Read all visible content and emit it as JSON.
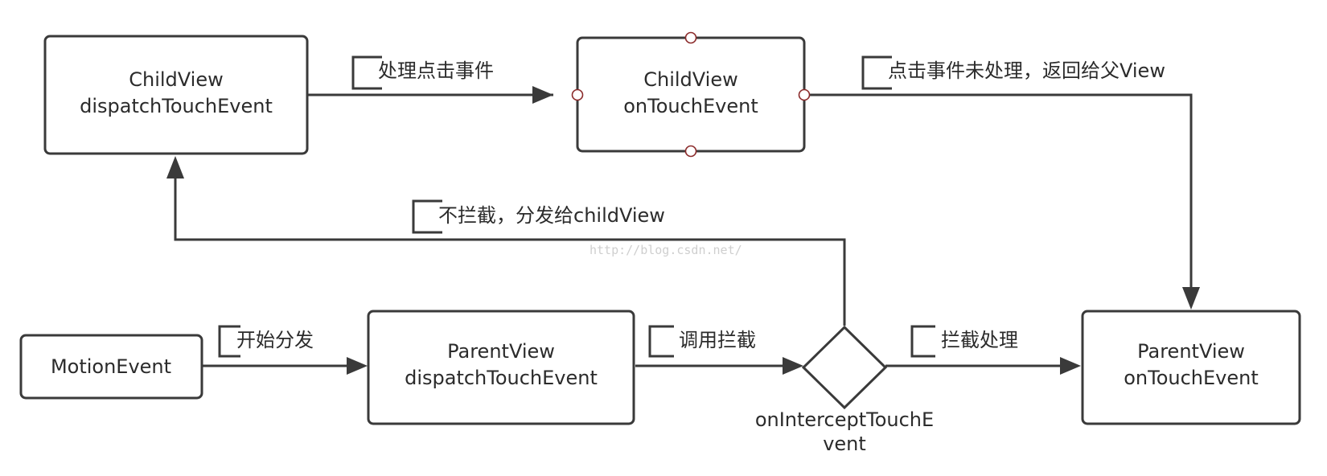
{
  "nodes": {
    "child_dispatch": {
      "line1": "ChildView",
      "line2": "dispatchTouchEvent"
    },
    "child_ontouch": {
      "line1": "ChildView",
      "line2": "onTouchEvent"
    },
    "motion_event": {
      "label": "MotionEvent"
    },
    "parent_dispatch": {
      "line1": "ParentView",
      "line2": "dispatchTouchEvent"
    },
    "intercept_decision": {
      "line1": "onInterceptTouchE",
      "line2": "vent"
    },
    "parent_ontouch": {
      "line1": "ParentView",
      "line2": "onTouchEvent"
    }
  },
  "edges": {
    "handle_click": "处理点击事件",
    "unhandled_return": "点击事件未处理，返回给父View",
    "no_intercept": "不拦截，分发给childView",
    "start_dispatch": "开始分发",
    "call_intercept": "调用拦截",
    "intercept_handle": "拦截处理"
  },
  "watermark": "http://blog.csdn.net/"
}
